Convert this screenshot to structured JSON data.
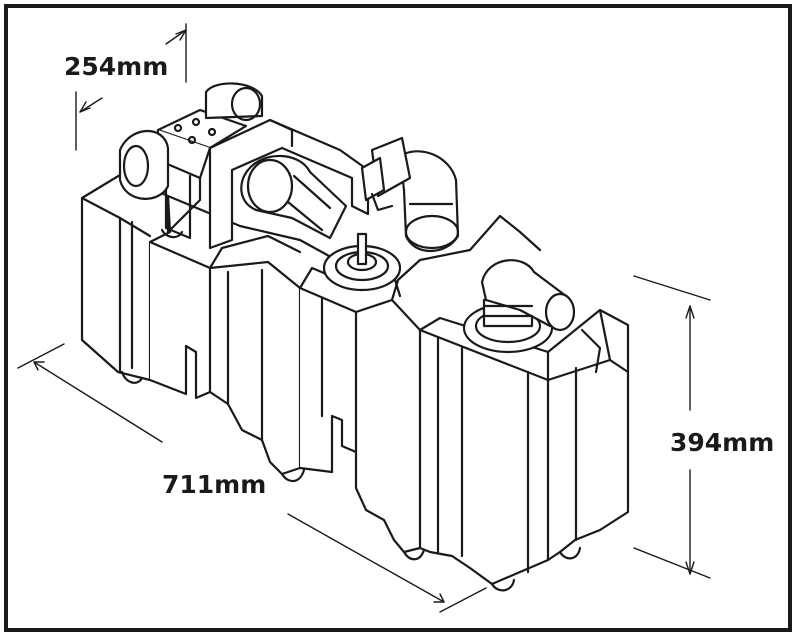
{
  "colors": {
    "line": "#1a1a1a",
    "fill": "#ffffff",
    "shade": "#d8d8d8"
  },
  "dimensions": {
    "width": "254mm",
    "length": "711mm",
    "height": "394mm"
  }
}
